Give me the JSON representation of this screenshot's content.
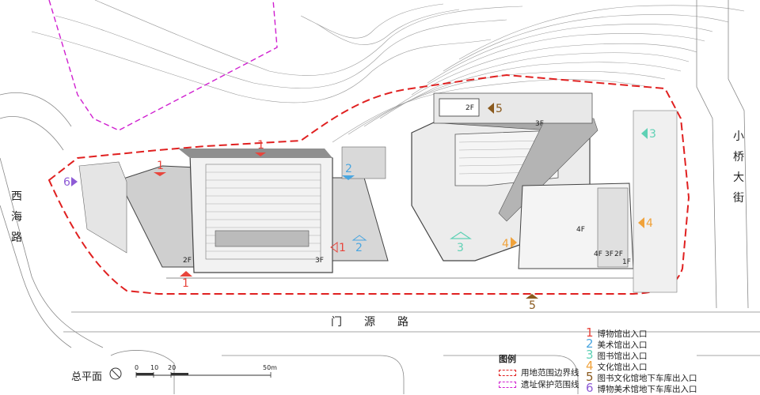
{
  "roads": {
    "west": "西海路",
    "east": "小桥大街",
    "south": "门源路"
  },
  "plan_title": "总平面",
  "scale": {
    "ticks": [
      "0",
      "10",
      "20",
      "50m"
    ]
  },
  "legend": {
    "title": "图例",
    "items": [
      {
        "label": "用地范围边界线",
        "color": "#e02020"
      },
      {
        "label": "遗址保护范围线",
        "color": "#d020d0"
      }
    ]
  },
  "entrances": [
    {
      "num": "1",
      "label": "博物馆出入口",
      "color": "#e8453c"
    },
    {
      "num": "2",
      "label": "美术馆出入口",
      "color": "#4aa6e0"
    },
    {
      "num": "3",
      "label": "图书馆出入口",
      "color": "#5fd1b5"
    },
    {
      "num": "4",
      "label": "文化馆出入口",
      "color": "#f0a23a"
    },
    {
      "num": "5",
      "label": "图书文化馆地下车库出入口",
      "color": "#8a5a1e"
    },
    {
      "num": "6",
      "label": "博物美术馆地下车库出入口",
      "color": "#8e5bd6"
    }
  ],
  "floor_labels": [
    "2F",
    "3F",
    "2F",
    "3F",
    "4F",
    "4F",
    "3F",
    "2F",
    "1F"
  ],
  "colors": {
    "boundary": "#e02020",
    "heritage": "#d020d0",
    "building": "#c8c8c8",
    "building_dark": "#9a9a9a",
    "line": "#555555"
  }
}
